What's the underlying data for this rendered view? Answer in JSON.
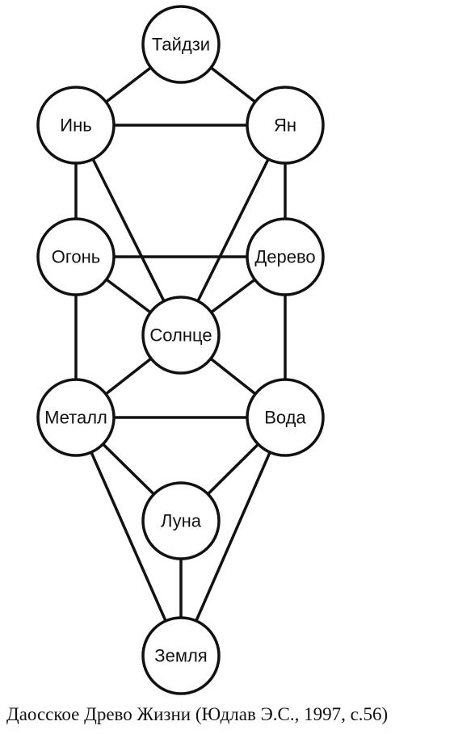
{
  "nodes": [
    {
      "id": "taiji",
      "label": "Тайдзи"
    },
    {
      "id": "yin",
      "label": "Инь"
    },
    {
      "id": "yang",
      "label": "Ян"
    },
    {
      "id": "fire",
      "label": "Огонь"
    },
    {
      "id": "wood",
      "label": "Дерево"
    },
    {
      "id": "sun",
      "label": "Солнце"
    },
    {
      "id": "metal",
      "label": "Металл"
    },
    {
      "id": "water",
      "label": "Вода"
    },
    {
      "id": "moon",
      "label": "Луна"
    },
    {
      "id": "earth",
      "label": "Земля"
    }
  ],
  "edges": [
    [
      "taiji",
      "yin"
    ],
    [
      "taiji",
      "yang"
    ],
    [
      "yin",
      "yang"
    ],
    [
      "yin",
      "fire"
    ],
    [
      "yin",
      "sun"
    ],
    [
      "yang",
      "wood"
    ],
    [
      "yang",
      "sun"
    ],
    [
      "fire",
      "wood"
    ],
    [
      "fire",
      "sun"
    ],
    [
      "fire",
      "metal"
    ],
    [
      "wood",
      "sun"
    ],
    [
      "wood",
      "water"
    ],
    [
      "sun",
      "metal"
    ],
    [
      "sun",
      "water"
    ],
    [
      "metal",
      "water"
    ],
    [
      "metal",
      "moon"
    ],
    [
      "metal",
      "earth"
    ],
    [
      "water",
      "moon"
    ],
    [
      "water",
      "earth"
    ],
    [
      "moon",
      "earth"
    ]
  ],
  "caption": "Даосское Древо Жизни (Юдлав Э.С., 1997, с.56)"
}
